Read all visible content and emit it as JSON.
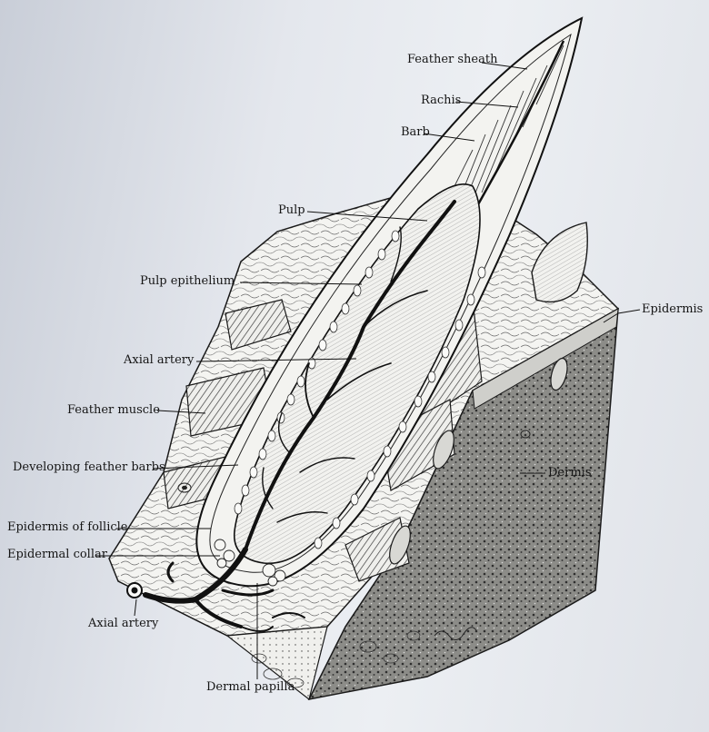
{
  "labels": {
    "feather_sheath": "Feather sheath",
    "rachis": "Rachis",
    "barb": "Barb",
    "pulp": "Pulp",
    "pulp_epithelium": "Pulp epithelium",
    "axial_artery_top": "Axial artery",
    "feather_muscle": "Feather muscle",
    "developing_feather_barbs": "Developing feather barbs",
    "epidermis_of_follicle": "Epidermis of follicle",
    "epidermal_collar": "Epidermal collar",
    "axial_artery_bottom": "Axial artery",
    "dermal_papilla": "Dermal papilla",
    "epidermis": "Epidermis",
    "dermis": "Dermis"
  }
}
